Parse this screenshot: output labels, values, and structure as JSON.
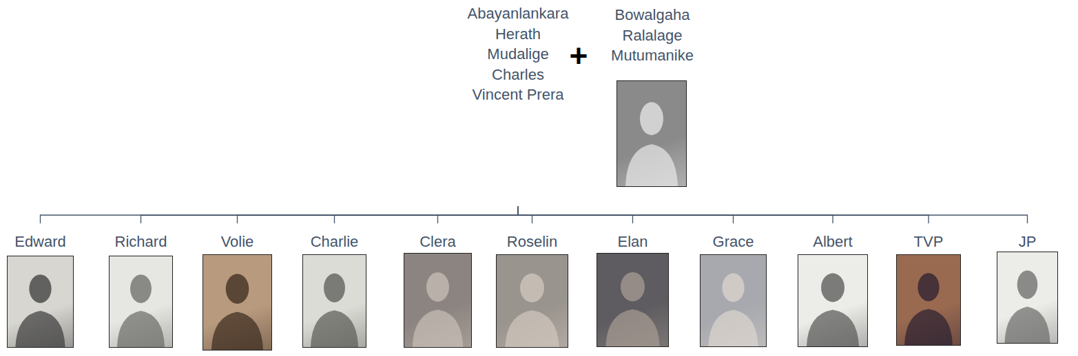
{
  "diagram": {
    "nodes": [
      {
        "text": [
          "+"
        ]
      },
      {
        "text": [
          "Abayanlankara Herath Mudalige Charles Vincent Prera"
        ],
        "in": 0
      },
      {
        "text": [
          "Bowalgaha Ralalage Mutumanike"
        ],
        "in": 0
      },
      {
        "text": [
          "Edward"
        ]
      },
      {
        "text": [
          "Richard"
        ]
      },
      {
        "text": [
          "Volie"
        ]
      },
      {
        "text": [
          "Charlie"
        ]
      },
      {
        "text": [
          "Clera"
        ]
      },
      {
        "text": [
          "Roselin"
        ]
      },
      {
        "text": [
          "Elan"
        ]
      },
      {
        "text": [
          "Grace"
        ]
      },
      {
        "text": [
          "Albert"
        ]
      },
      {
        "text": [
          "TVP"
        ]
      },
      {
        "text": [
          "JP"
        ]
      }
    ],
    "edges": [
      {
        "from": 0,
        "to": 3,
        "arrow": "none"
      },
      {
        "from": 0,
        "to": 4,
        "arrow": "none"
      },
      {
        "from": 0,
        "to": 5,
        "arrow": "none"
      },
      {
        "from": 0,
        "to": 6,
        "arrow": "none"
      },
      {
        "from": 0,
        "to": 7,
        "arrow": "none"
      },
      {
        "from": 0,
        "to": 8,
        "arrow": "none"
      },
      {
        "from": 0,
        "to": 9,
        "arrow": "none"
      },
      {
        "from": 0,
        "to": 10,
        "arrow": "none"
      },
      {
        "from": 0,
        "to": 11,
        "arrow": "none"
      },
      {
        "from": 0,
        "to": 12,
        "arrow": "none"
      },
      {
        "from": 0,
        "to": 13,
        "arrow": "none"
      }
    ]
  }
}
